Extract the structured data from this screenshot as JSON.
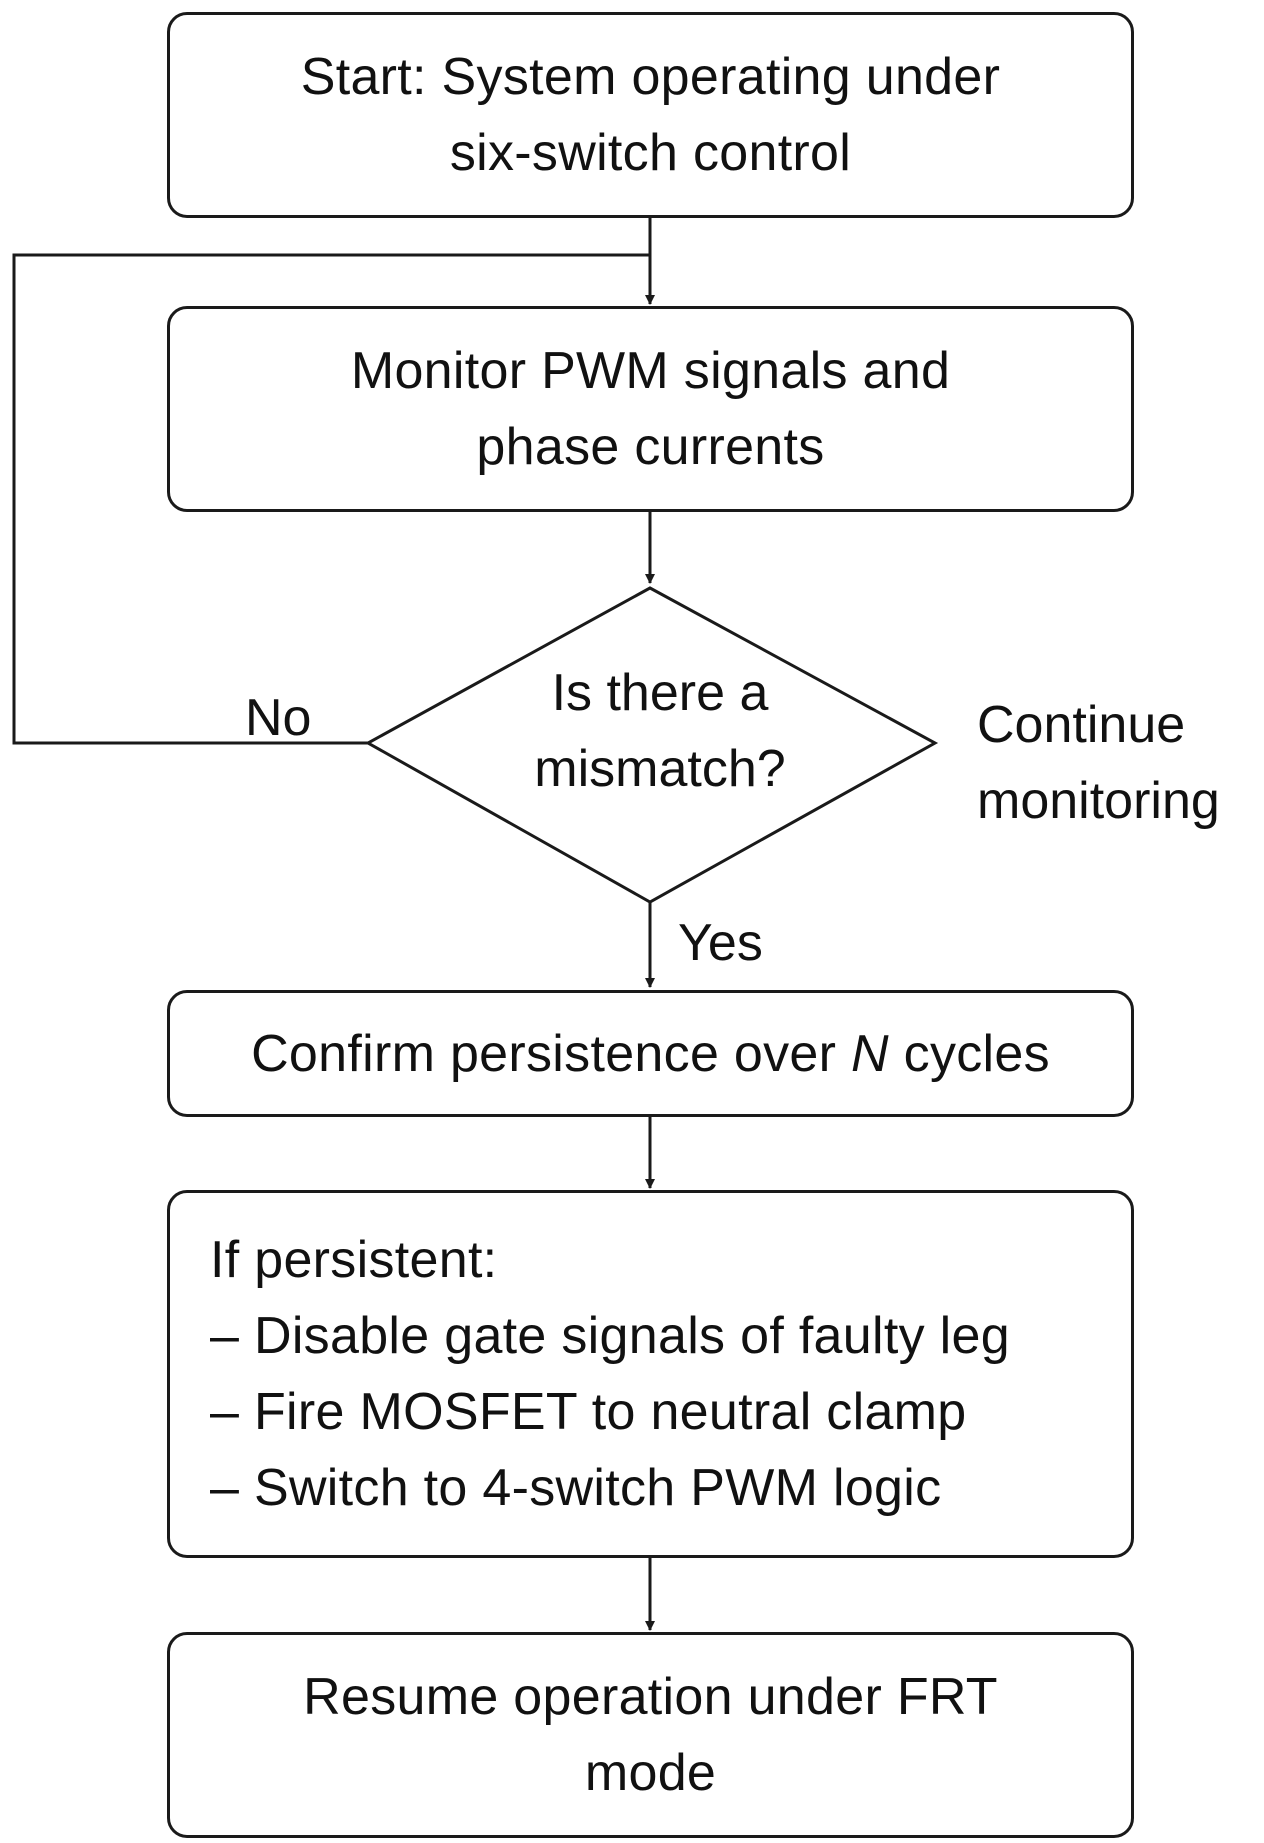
{
  "nodes": {
    "start": {
      "lines": [
        "Start: System operating under",
        "six-switch control"
      ]
    },
    "monitor": {
      "lines": [
        "Monitor PWM signals and",
        "phase currents"
      ]
    },
    "decision": {
      "lines": [
        "Is there a",
        "mismatch?"
      ]
    },
    "confirm": {
      "text_before": "Confirm persistence over ",
      "variable": "N",
      "text_after": " cycles"
    },
    "actions": {
      "lines": [
        "If persistent:",
        "– Disable gate signals of faulty leg",
        "– Fire MOSFET to neutral clamp",
        "– Switch to 4-switch PWM logic"
      ]
    },
    "resume": {
      "lines": [
        "Resume operation under FRT",
        "mode"
      ]
    }
  },
  "edge_labels": {
    "no": "No",
    "yes": "Yes",
    "continue": [
      "Continue",
      "monitoring"
    ]
  },
  "colors": {
    "stroke": "#1a1a1a",
    "text": "#111111",
    "background": "#ffffff"
  }
}
